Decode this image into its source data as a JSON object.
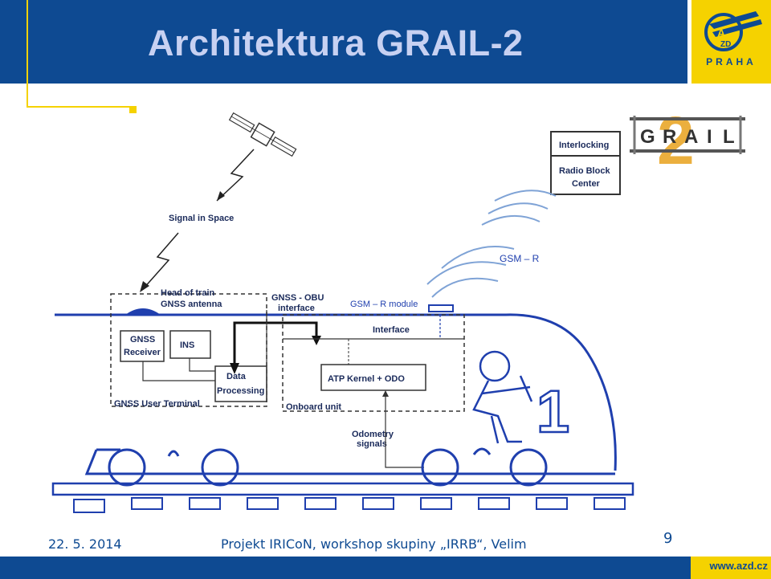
{
  "slide": {
    "title": "Architektura GRAIL-2",
    "logo_text": "PRAHA",
    "date": "22. 5. 2014",
    "project": "Projekt IRICoN, workshop skupiny „IRRB“, Velim",
    "page_number": "9",
    "url": "www.azd.cz"
  },
  "diagram": {
    "grail_logo": [
      "G",
      "R",
      "A",
      "I",
      "L"
    ],
    "grail_number": "2",
    "labels": {
      "signal_in_space": "Signal in Space",
      "head_of_train_1": "Head of train",
      "head_of_train_2": "GNSS antenna",
      "gnss_receiver_1": "GNSS",
      "gnss_receiver_2": "Receiver",
      "ins": "INS",
      "data_processing_1": "Data",
      "data_processing_2": "Processing",
      "gnss_user_terminal": "GNSS User Terminal",
      "gnss_obu_1": "GNSS - OBU",
      "gnss_obu_2": "interface",
      "gsmr_module": "GSM – R module",
      "interface": "Interface",
      "atp_kernel": "ATP Kernel  + ODO",
      "onboard_unit": "Onboard unit",
      "odometry_1": "Odometry",
      "odometry_2": "signals",
      "gsmr": "GSM – R",
      "interlocking": "Interlocking",
      "rbc_1": "Radio Block",
      "rbc_2": "Center",
      "cab_number": "1"
    }
  },
  "colors": {
    "header_blue": "#0e4a92",
    "title_text": "#c7d1f2",
    "accent_yellow": "#f5d200",
    "diagram_blue": "#1f3fae",
    "gsmr_light": "#7fa3d6",
    "grail_orange": "#e8a21d"
  }
}
